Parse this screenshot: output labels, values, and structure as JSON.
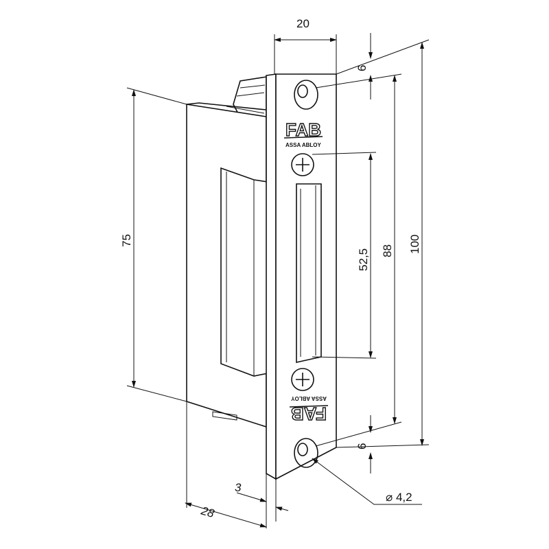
{
  "title": "Electric strike technical drawing",
  "brand": {
    "logo": "FAB",
    "sublogo": "ASSA ABLOY"
  },
  "dimensions": {
    "faceplate_width": "20",
    "top_hole_offset": "6",
    "bottom_hole_offset": "6",
    "screw_spacing": "52,5",
    "hole_spacing": "88",
    "faceplate_height": "100",
    "body_height": "75",
    "plate_thickness": "3",
    "body_depth": "28",
    "hole_diameter": "⌀ 4,2"
  }
}
